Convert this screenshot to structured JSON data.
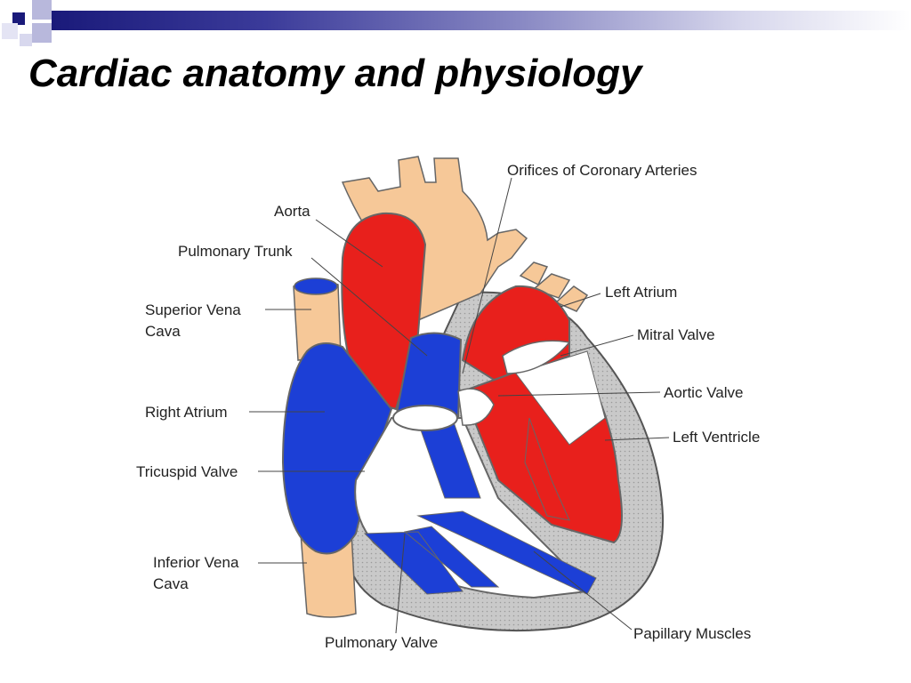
{
  "slide": {
    "title": "Cardiac anatomy and physiology"
  },
  "colors": {
    "oxygenated": "#e8201c",
    "deoxygenated": "#1c3fd6",
    "vessel": "#f6c898",
    "myocardium": "#c8c8c8",
    "title_bar": "#1a1a7a"
  },
  "diagram": {
    "labels": {
      "orifices": "Orifices of Coronary Arteries",
      "aorta": "Aorta",
      "pulmonary_trunk": "Pulmonary Trunk",
      "superior_vena_cava_1": "Superior Vena",
      "superior_vena_cava_2": "Cava",
      "right_atrium": "Right Atrium",
      "tricuspid_valve": "Tricuspid Valve",
      "inferior_vena_cava_1": "Inferior Vena",
      "inferior_vena_cava_2": "Cava",
      "pulmonary_valve": "Pulmonary Valve",
      "left_atrium": "Left Atrium",
      "mitral_valve": "Mitral Valve",
      "aortic_valve": "Aortic Valve",
      "left_ventricle": "Left Ventricle",
      "papillary_muscles": "Papillary Muscles"
    }
  }
}
